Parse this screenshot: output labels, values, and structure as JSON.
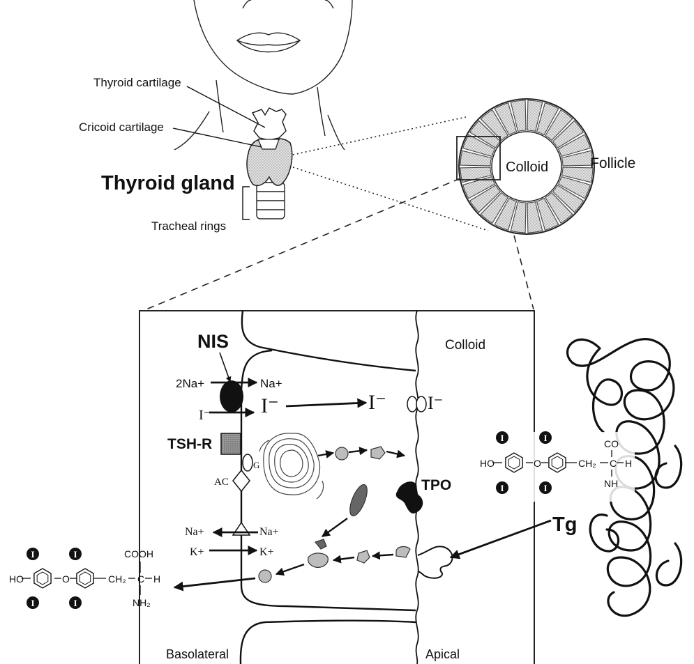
{
  "labels": {
    "thyroid_cartilage": "Thyroid cartilage",
    "cricoid_cartilage": "Cricoid cartilage",
    "thyroid_gland": "Thyroid gland",
    "tracheal_rings": "Tracheal rings",
    "colloid_follicle": "Colloid",
    "follicle": "Follicle",
    "colloid_cell": "Colloid",
    "nis": "NIS",
    "two_na_plus": "2Na+",
    "na_plus_out": "Na+",
    "iodide_in": "I⁻",
    "iodide_cell": "I⁻",
    "iodide_apical": "I⁻",
    "iodide_colloid": "I⁻",
    "tsh_r": "TSH-R",
    "g": "G",
    "ac": "AC",
    "tpo": "TPO",
    "na_left": "Na+",
    "na_right": "Na+",
    "k_left": "K+",
    "k_right": "K+",
    "tg": "Tg",
    "basolateral": "Basolateral",
    "apical": "Apical"
  },
  "thyroxine_free": {
    "iodine": "I",
    "ho": "HO",
    "o": "O",
    "ch2": "CH₂",
    "c": "C",
    "h": "H",
    "cooh": "COOH",
    "nh2": "NH₂"
  },
  "thyroxine_bound": {
    "iodine": "I",
    "ho": "HO",
    "o": "O",
    "ch2": "CH₂",
    "c": "C",
    "h": "H",
    "co": "CO",
    "nh": "NH"
  }
}
